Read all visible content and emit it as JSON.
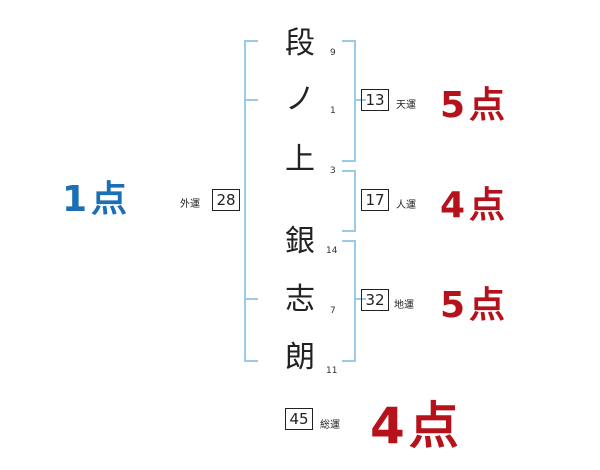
{
  "name_chars": [
    {
      "char": "段",
      "strokes": "9"
    },
    {
      "char": "ノ",
      "strokes": "1"
    },
    {
      "char": "上",
      "strokes": "3"
    },
    {
      "char": "銀",
      "strokes": "14"
    },
    {
      "char": "志",
      "strokes": "7"
    },
    {
      "char": "朗",
      "strokes": "11"
    }
  ],
  "gaiun": {
    "label": "外運",
    "value": "28",
    "score": "1点"
  },
  "tenun": {
    "label": "天運",
    "value": "13",
    "score": "5点"
  },
  "jinun": {
    "label": "人運",
    "value": "17",
    "score": "4点"
  },
  "chiun": {
    "label": "地運",
    "value": "32",
    "score": "5点"
  },
  "souun": {
    "label": "総運",
    "value": "45",
    "score": "4点"
  },
  "colors": {
    "bracket": "#9ccbe8",
    "score_red": "#b5121b",
    "score_blue": "#1a6fb5"
  }
}
